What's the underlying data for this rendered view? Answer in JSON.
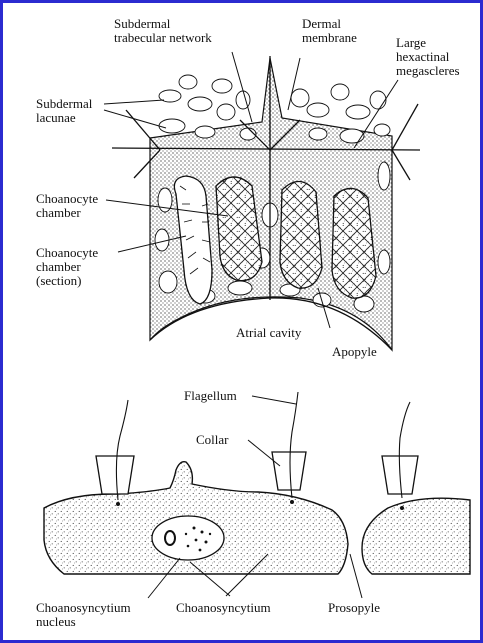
{
  "figure": {
    "top": {
      "labels": {
        "subdermal_trabecular_network": "Subdermal\ntrabecular network",
        "dermal_membrane": "Dermal\nmembrane",
        "large_hexactinal_megascleres": "Large\nhexactinal\nmegascleres",
        "subdermal_lacunae": "Subdermal\nlacunae",
        "choanocyte_chamber": "Choanocyte\nchamber",
        "choanocyte_chamber_section": "Choanocyte\nchamber\n(section)",
        "atrial_cavity": "Atrial cavity",
        "apopyle": "Apopyle"
      }
    },
    "bottom": {
      "labels": {
        "flagellum": "Flagellum",
        "collar": "Collar",
        "choanosyncytium_nucleus": "Choanosyncytium\nnucleus",
        "choanosyncytium": "Choanosyncytium",
        "prosopyle": "Prosopyle"
      }
    }
  },
  "colors": {
    "border": "#2b2bd0",
    "ink": "#111111",
    "fill": "#ffffff"
  }
}
